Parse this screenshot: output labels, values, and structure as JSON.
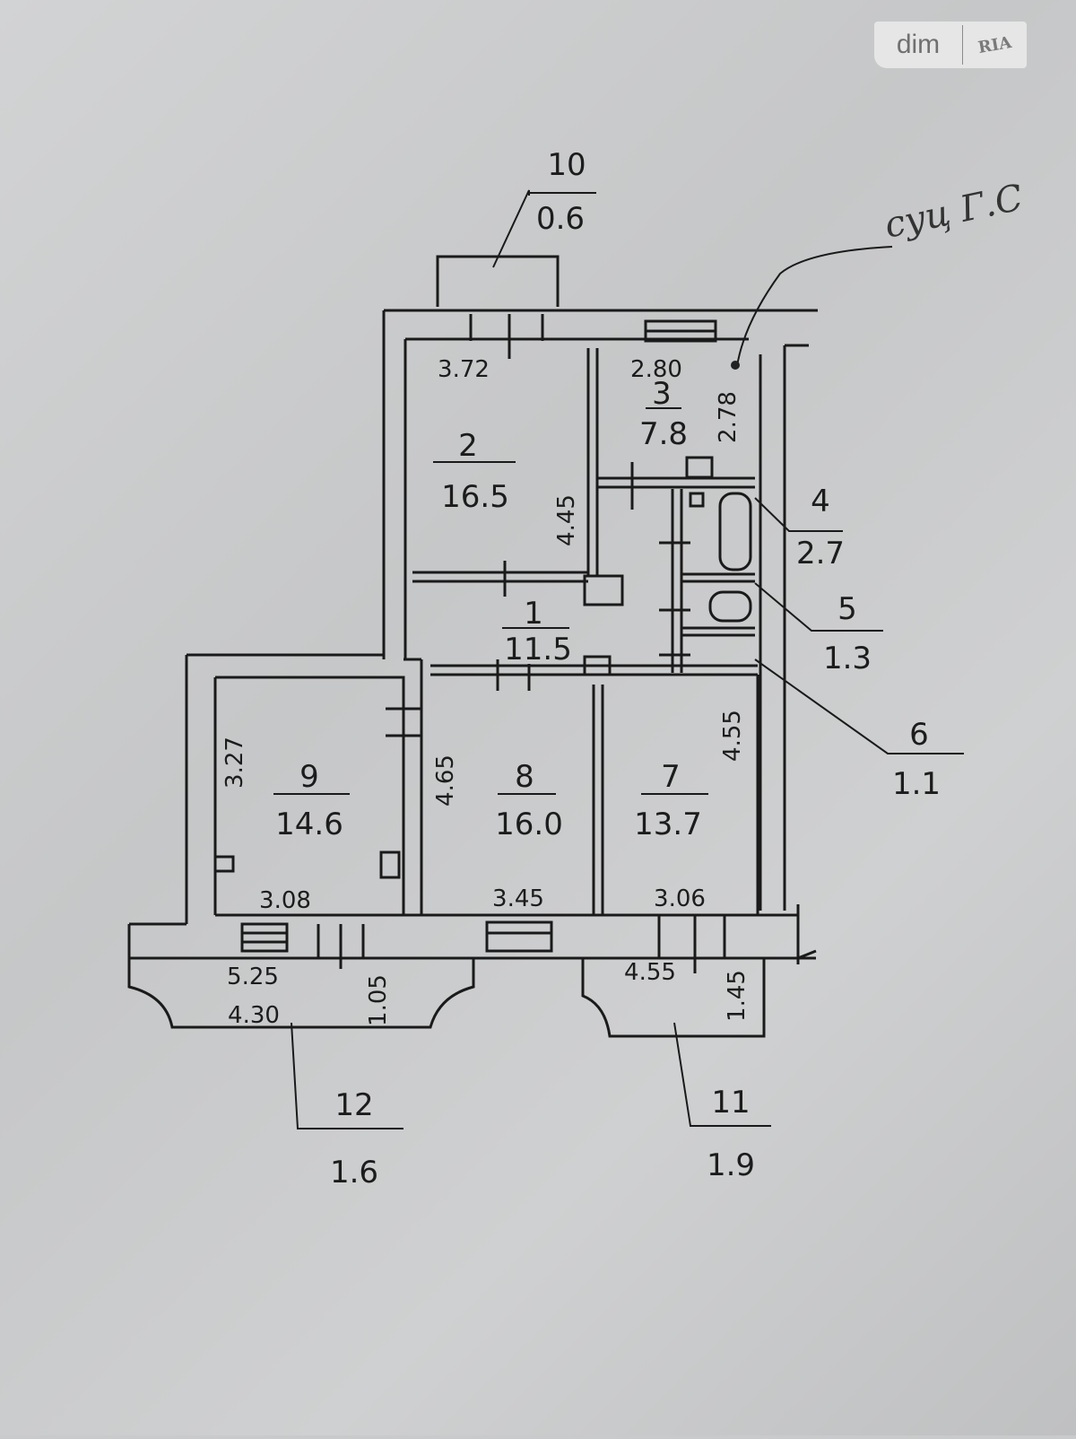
{
  "logo": {
    "left": "dim",
    "right": "RIA"
  },
  "handwriting": "суц Г.С",
  "rooms": [
    {
      "num": "1",
      "area": "11.5"
    },
    {
      "num": "2",
      "area": "16.5"
    },
    {
      "num": "3",
      "area": "7.8"
    },
    {
      "num": "4",
      "area": "2.7"
    },
    {
      "num": "5",
      "area": "1.3"
    },
    {
      "num": "6",
      "area": "1.1"
    },
    {
      "num": "7",
      "area": "13.7"
    },
    {
      "num": "8",
      "area": "16.0"
    },
    {
      "num": "9",
      "area": "14.6"
    },
    {
      "num": "10",
      "area": "0.6"
    },
    {
      "num": "11",
      "area": "1.9"
    },
    {
      "num": "12",
      "area": "1.6"
    }
  ],
  "dimensions": {
    "r2_width": "3.72",
    "r2_length": "4.45",
    "r3_width": "2.80",
    "r3_length": "2.78",
    "r9_length": "3.27",
    "r9_width": "3.08",
    "r8_length": "4.65",
    "r8_width": "3.45",
    "r7_length": "4.55",
    "r7_width": "3.06",
    "b12_outer": "5.25",
    "b12_inner": "4.30",
    "b12_depth": "1.05",
    "b11_width": "4.55",
    "b11_depth": "1.45"
  }
}
